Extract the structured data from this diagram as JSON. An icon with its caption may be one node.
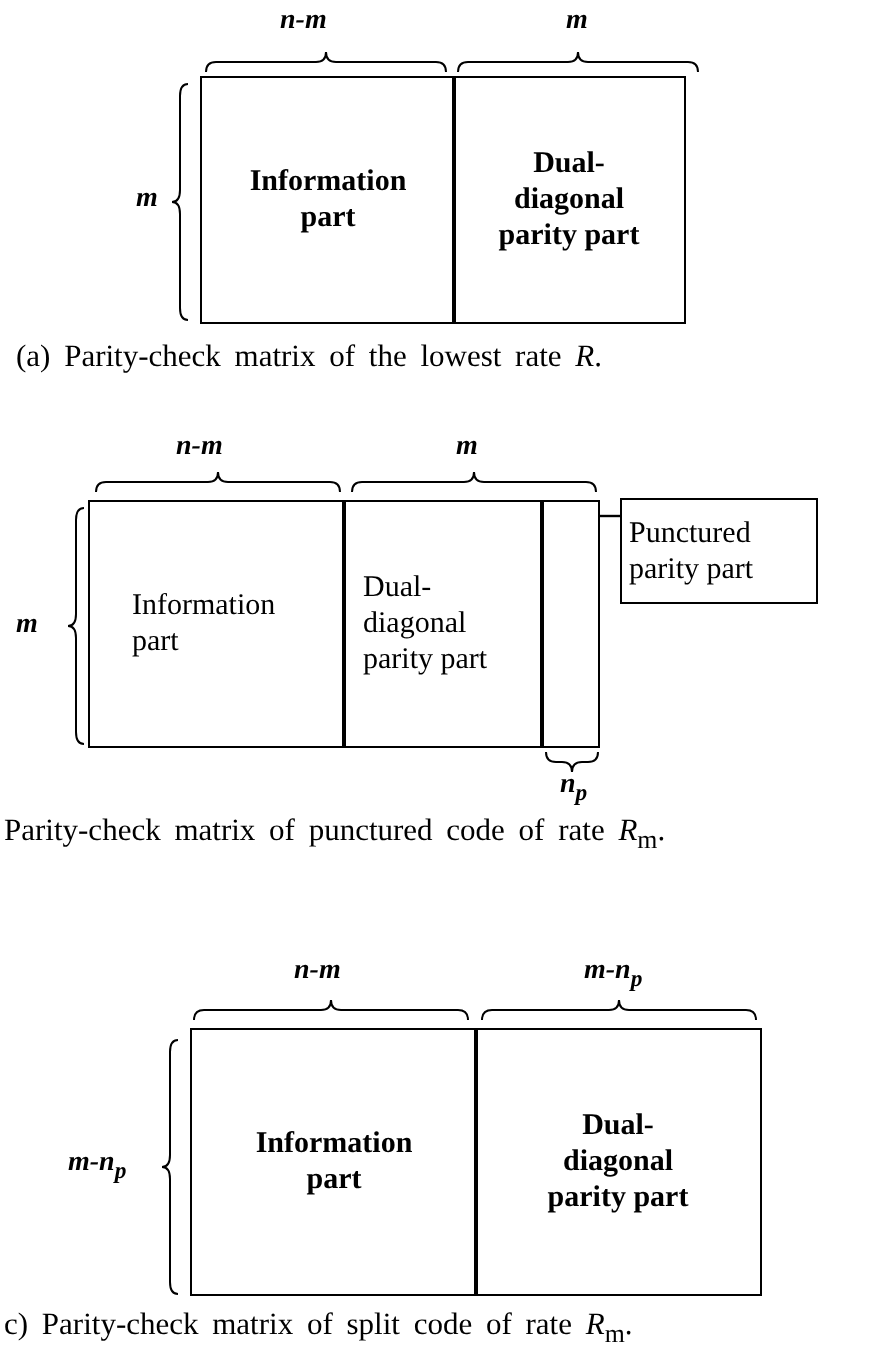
{
  "diagram": {
    "nodes": [
      {
        "text": [
          "Information part"
        ]
      },
      {
        "text": [
          "Dual- diagonal parity part"
        ]
      },
      {
        "text": [
          "Information part"
        ]
      },
      {
        "text": [
          "Dual- diagonal parity part"
        ]
      },
      {
        "text": [],
        "shape": "box"
      },
      {
        "text": [
          "Punctured parity part"
        ]
      },
      {
        "text": [
          "Information part"
        ]
      },
      {
        "text": [
          "Dual- diagonal parity part"
        ]
      }
    ],
    "edges": [
      {
        "from": 5,
        "to": 4,
        "arrow": "none"
      }
    ],
    "labels": [
      "n-m",
      "m",
      "m",
      "(a) Parity-check matrix of the lowest rate *R*.",
      "n-m",
      "m",
      "m",
      "n$_{p}$",
      "Parity-check matrix of punctured code of rate *R*$_{m}$.",
      "n-m",
      "m-n$_{p}$",
      "m-n$_{p}$",
      "c) Parity-check matrix of split code of rate *R*$_{m}$."
    ]
  }
}
